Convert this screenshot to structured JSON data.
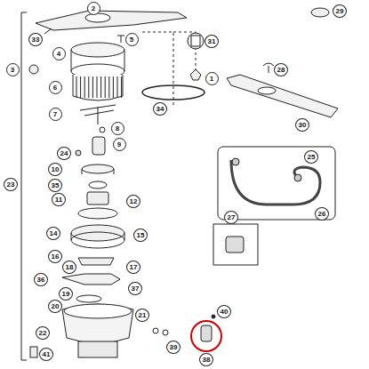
{
  "diagram": {
    "labels": [
      "2",
      "33",
      "5",
      "29",
      "31",
      "3",
      "4",
      "6",
      "1",
      "28",
      "30",
      "34",
      "7",
      "8",
      "24",
      "9",
      "23",
      "10",
      "35",
      "11",
      "12",
      "25",
      "26",
      "27",
      "14",
      "15",
      "16",
      "18",
      "17",
      "36",
      "37",
      "19",
      "20",
      "21",
      "22",
      "40",
      "39",
      "38",
      "41"
    ]
  }
}
